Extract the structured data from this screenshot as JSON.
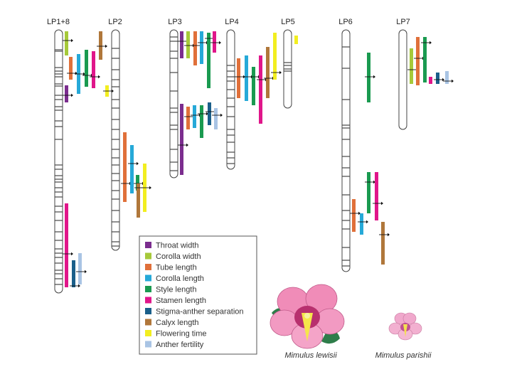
{
  "colors": {
    "throat_width": "#7b2d8e",
    "corolla_width": "#a6c93a",
    "tube_length": "#e0703a",
    "corolla_length": "#26a9d8",
    "style_length": "#1a9a50",
    "stamen_length": "#e0168a",
    "stigma_anther_separation": "#1a5f8a",
    "calyx_length": "#b0773a",
    "flowering_time": "#f2ee20",
    "anther_fertility": "#a9c4e4"
  },
  "chromosome_labels": [
    "LP1+8",
    "LP2",
    "LP3",
    "LP4",
    "LP5",
    "LP6",
    "LP7"
  ],
  "legend": [
    {
      "key": "throat_width",
      "label": "Throat width"
    },
    {
      "key": "corolla_width",
      "label": "Corolla width"
    },
    {
      "key": "tube_length",
      "label": "Tube length"
    },
    {
      "key": "corolla_length",
      "label": "Corolla length"
    },
    {
      "key": "style_length",
      "label": "Style length"
    },
    {
      "key": "stamen_length",
      "label": "Stamen length"
    },
    {
      "key": "stigma_anther_separation",
      "label": "Stigma-anther separation"
    },
    {
      "key": "calyx_length",
      "label": "Calyx length"
    },
    {
      "key": "flowering_time",
      "label": "Flowering time"
    },
    {
      "key": "anther_fertility",
      "label": "Anther fertility"
    }
  ],
  "species": {
    "lewisii": "Mimulus lewisii",
    "parishii": "Mimulus parishii"
  }
}
